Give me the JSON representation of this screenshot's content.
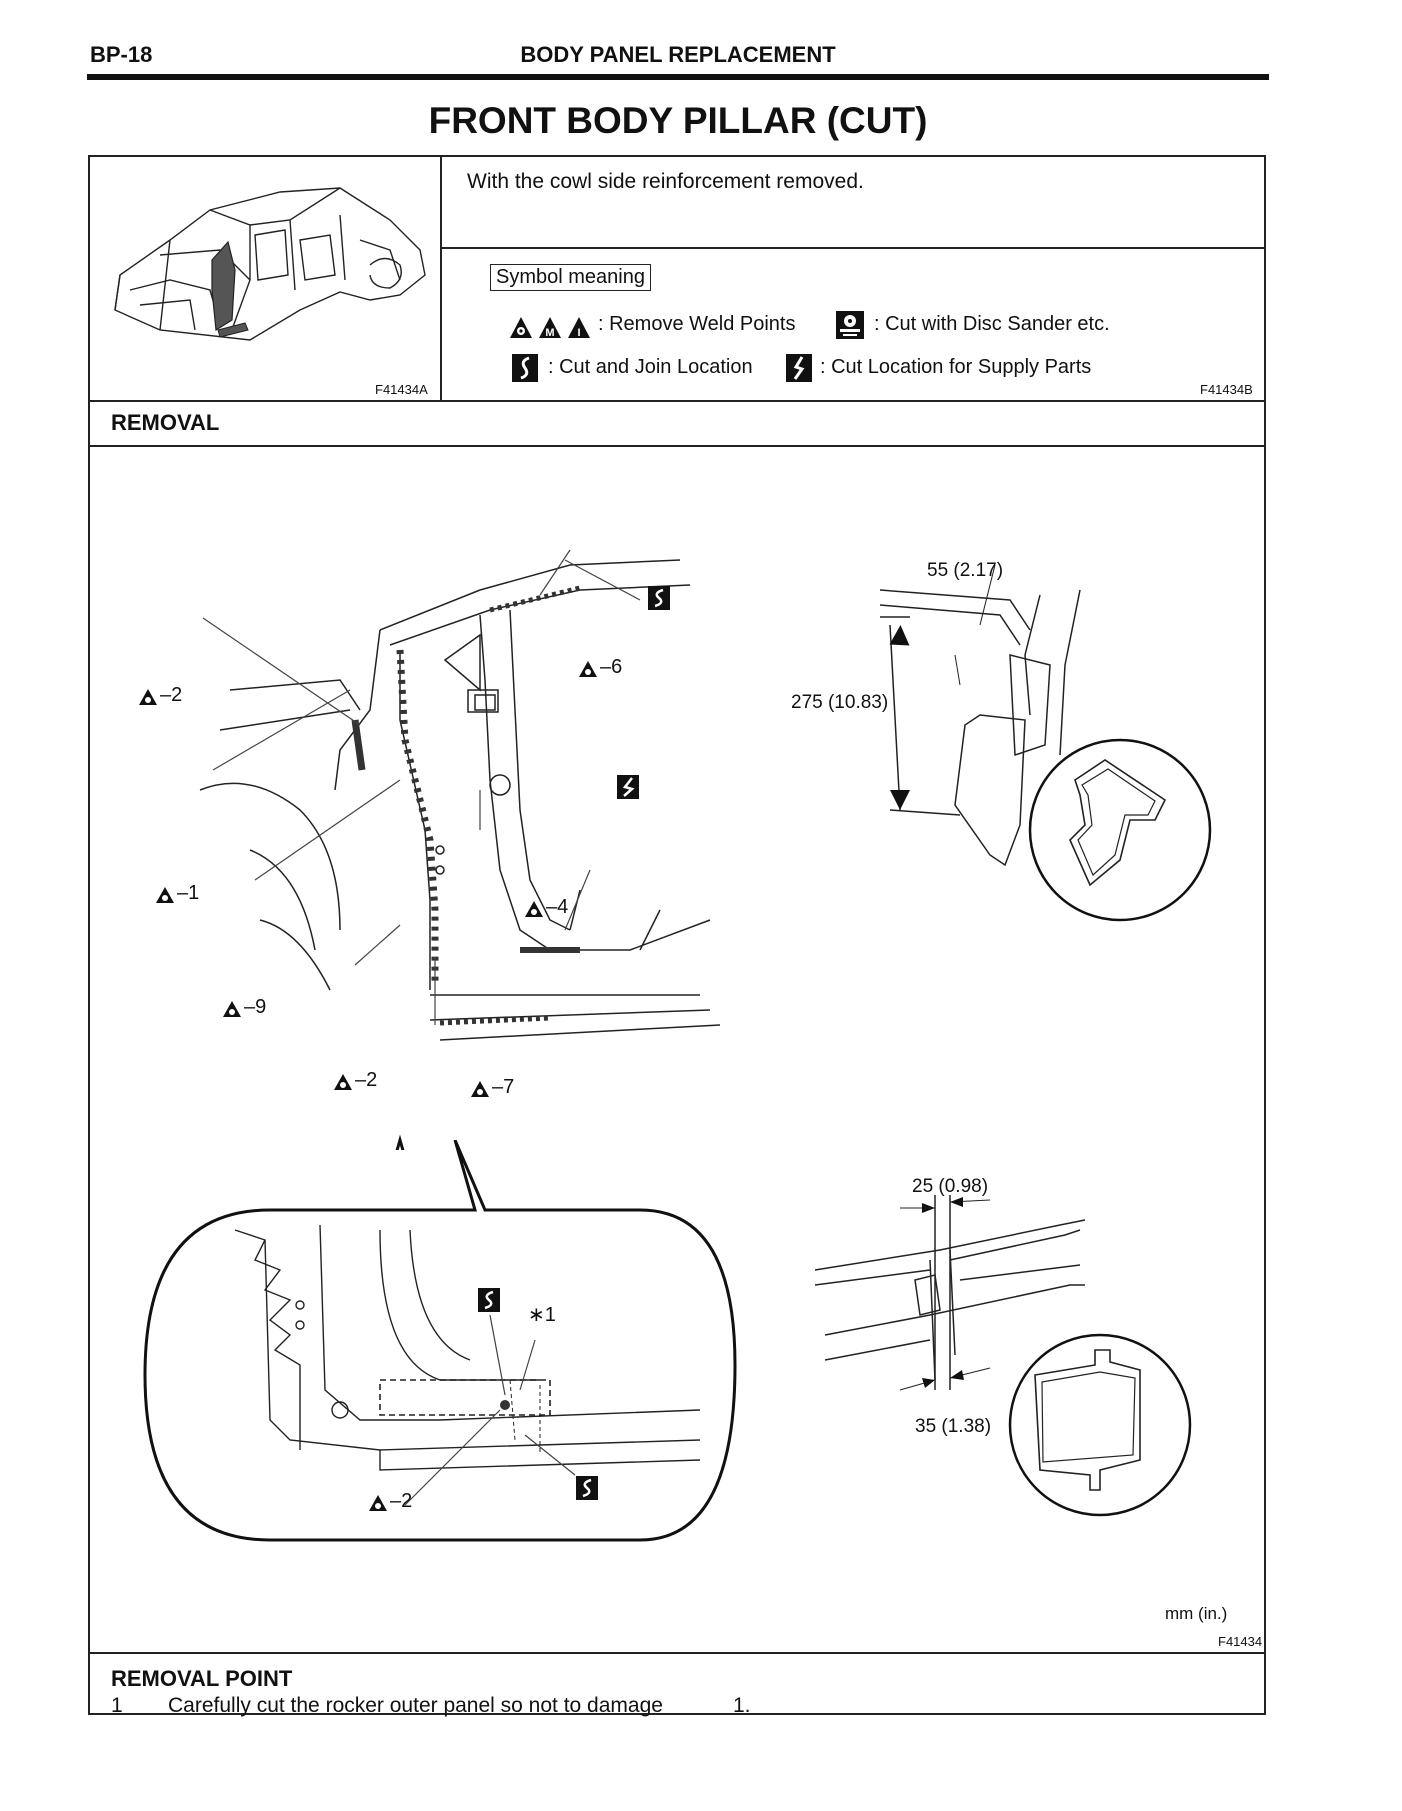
{
  "header": {
    "page_code": "BP-18",
    "section": "BODY PANEL REPLACEMENT"
  },
  "title": "FRONT BODY PILLAR (CUT)",
  "top_panel": {
    "figure_id_left": "F41434A",
    "figure_id_right": "F41434B",
    "note": "With the cowl side reinforcement removed.",
    "symbol_heading": "Symbol meaning",
    "symbols": [
      {
        "icon": "weld-point-icons",
        "label": ": Remove Weld Points"
      },
      {
        "icon": "disc-sander-icon",
        "label": ": Cut with Disc Sander etc."
      },
      {
        "icon": "cut-join-icon",
        "label": ": Cut and Join Location"
      },
      {
        "icon": "cut-supply-icon",
        "label": ": Cut Location for Supply Parts"
      }
    ]
  },
  "removal": {
    "heading": "REMOVAL",
    "figure_id": "F41434",
    "units": "mm (in.)",
    "weld_labels": [
      "–2",
      "–1",
      "–9",
      "–2",
      "–7",
      "–4",
      "–6",
      "–2"
    ],
    "asterisk_label": "∗1",
    "dimensions": {
      "top_width": "55 (2.17)",
      "height": "275 (10.83)",
      "rocker_top": "25 (0.98)",
      "rocker_bottom": "35 (1.38)"
    }
  },
  "removal_point": {
    "heading": "REMOVAL POINT",
    "step_number": "1",
    "step_text": "Carefully cut the rocker outer panel so not to damage",
    "step_ref": "1."
  }
}
